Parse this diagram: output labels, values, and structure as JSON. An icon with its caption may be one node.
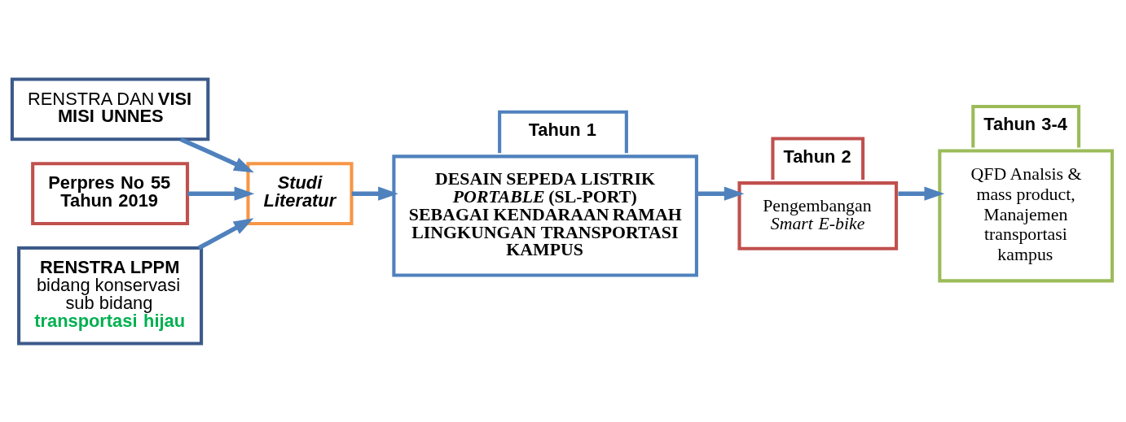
{
  "diagram": {
    "nodes": [
      {
        "text": [
          "RENSTRA DAN **VISI MISI UNNES**"
        ]
      },
      {
        "text": [
          "Perpres No 55 Tahun 2019"
        ]
      },
      {
        "text": [
          "**RENSTRA LPPM** bidang konservasi sub bidang **transportasi hijau**"
        ]
      },
      {
        "text": [
          "Studi Literatur"
        ]
      },
      {
        "text": [
          "Tahun 1",
          "DESAIN SEPEDA LISTRIK *PORTABLE* (SL-PORT) SEBAGAI KENDARAAN RAMAH LINGKUNGAN TRANSPORTASI KAMPUS"
        ]
      },
      {
        "text": [
          "Tahun 2",
          "Pengembangan *Smart E-bike*"
        ]
      },
      {
        "text": [
          "Tahun 3-4",
          "QFD Analsis & mass product, Manajemen transportasi kampus"
        ]
      }
    ],
    "edges": [
      {
        "from": 0,
        "to": 3,
        "arrow": "to"
      },
      {
        "from": 1,
        "to": 3,
        "arrow": "to"
      },
      {
        "from": 2,
        "to": 3,
        "arrow": "to"
      },
      {
        "from": 3,
        "to": 4,
        "arrow": "to"
      },
      {
        "from": 4,
        "to": 5,
        "arrow": "to"
      },
      {
        "from": 5,
        "to": 6,
        "arrow": "to"
      }
    ]
  }
}
